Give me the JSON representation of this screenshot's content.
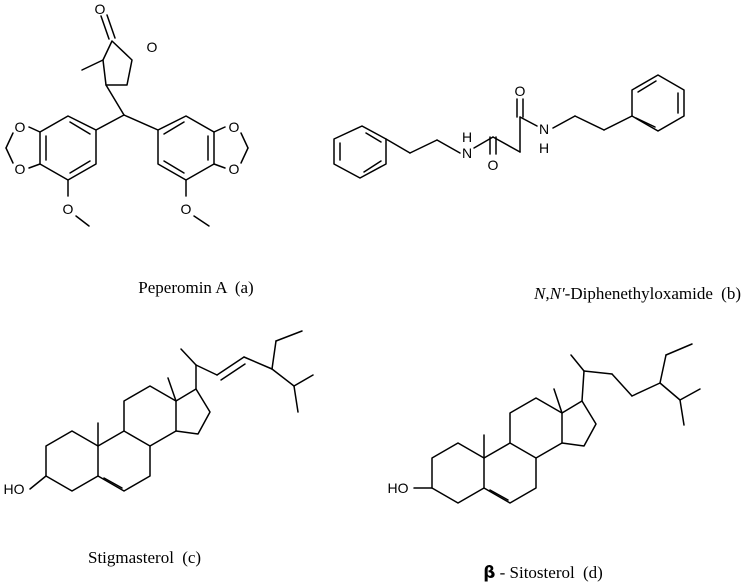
{
  "compounds": [
    {
      "name": "Peperomin A",
      "tag": "(a)",
      "atoms": [
        "O",
        "O",
        "O",
        "O",
        "O",
        "O",
        "O",
        "O"
      ]
    },
    {
      "name_italic": "N,N′",
      "name": "-Diphenethyloxamide",
      "tag": "(b)",
      "atoms": [
        "H",
        "N",
        "O",
        "O",
        "H",
        "N"
      ]
    },
    {
      "name": "Stigmasterol",
      "tag": "(c)",
      "atoms": [
        "HO"
      ]
    },
    {
      "symbol": "β",
      "name": " - Sitosterol",
      "tag": "(d)",
      "atoms": [
        "HO"
      ]
    }
  ]
}
